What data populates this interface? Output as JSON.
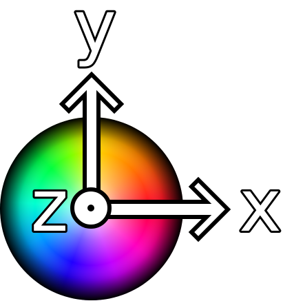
{
  "axes": {
    "x_label": "x",
    "y_label": "y",
    "z_label": "z"
  },
  "colors": {
    "outline": "#000000",
    "arrow_fill": "#ffffff",
    "background": "#ffffff"
  },
  "icons": {
    "sphere": "color-sphere-icon",
    "z_out_of_page": "dot-in-circle-icon"
  }
}
